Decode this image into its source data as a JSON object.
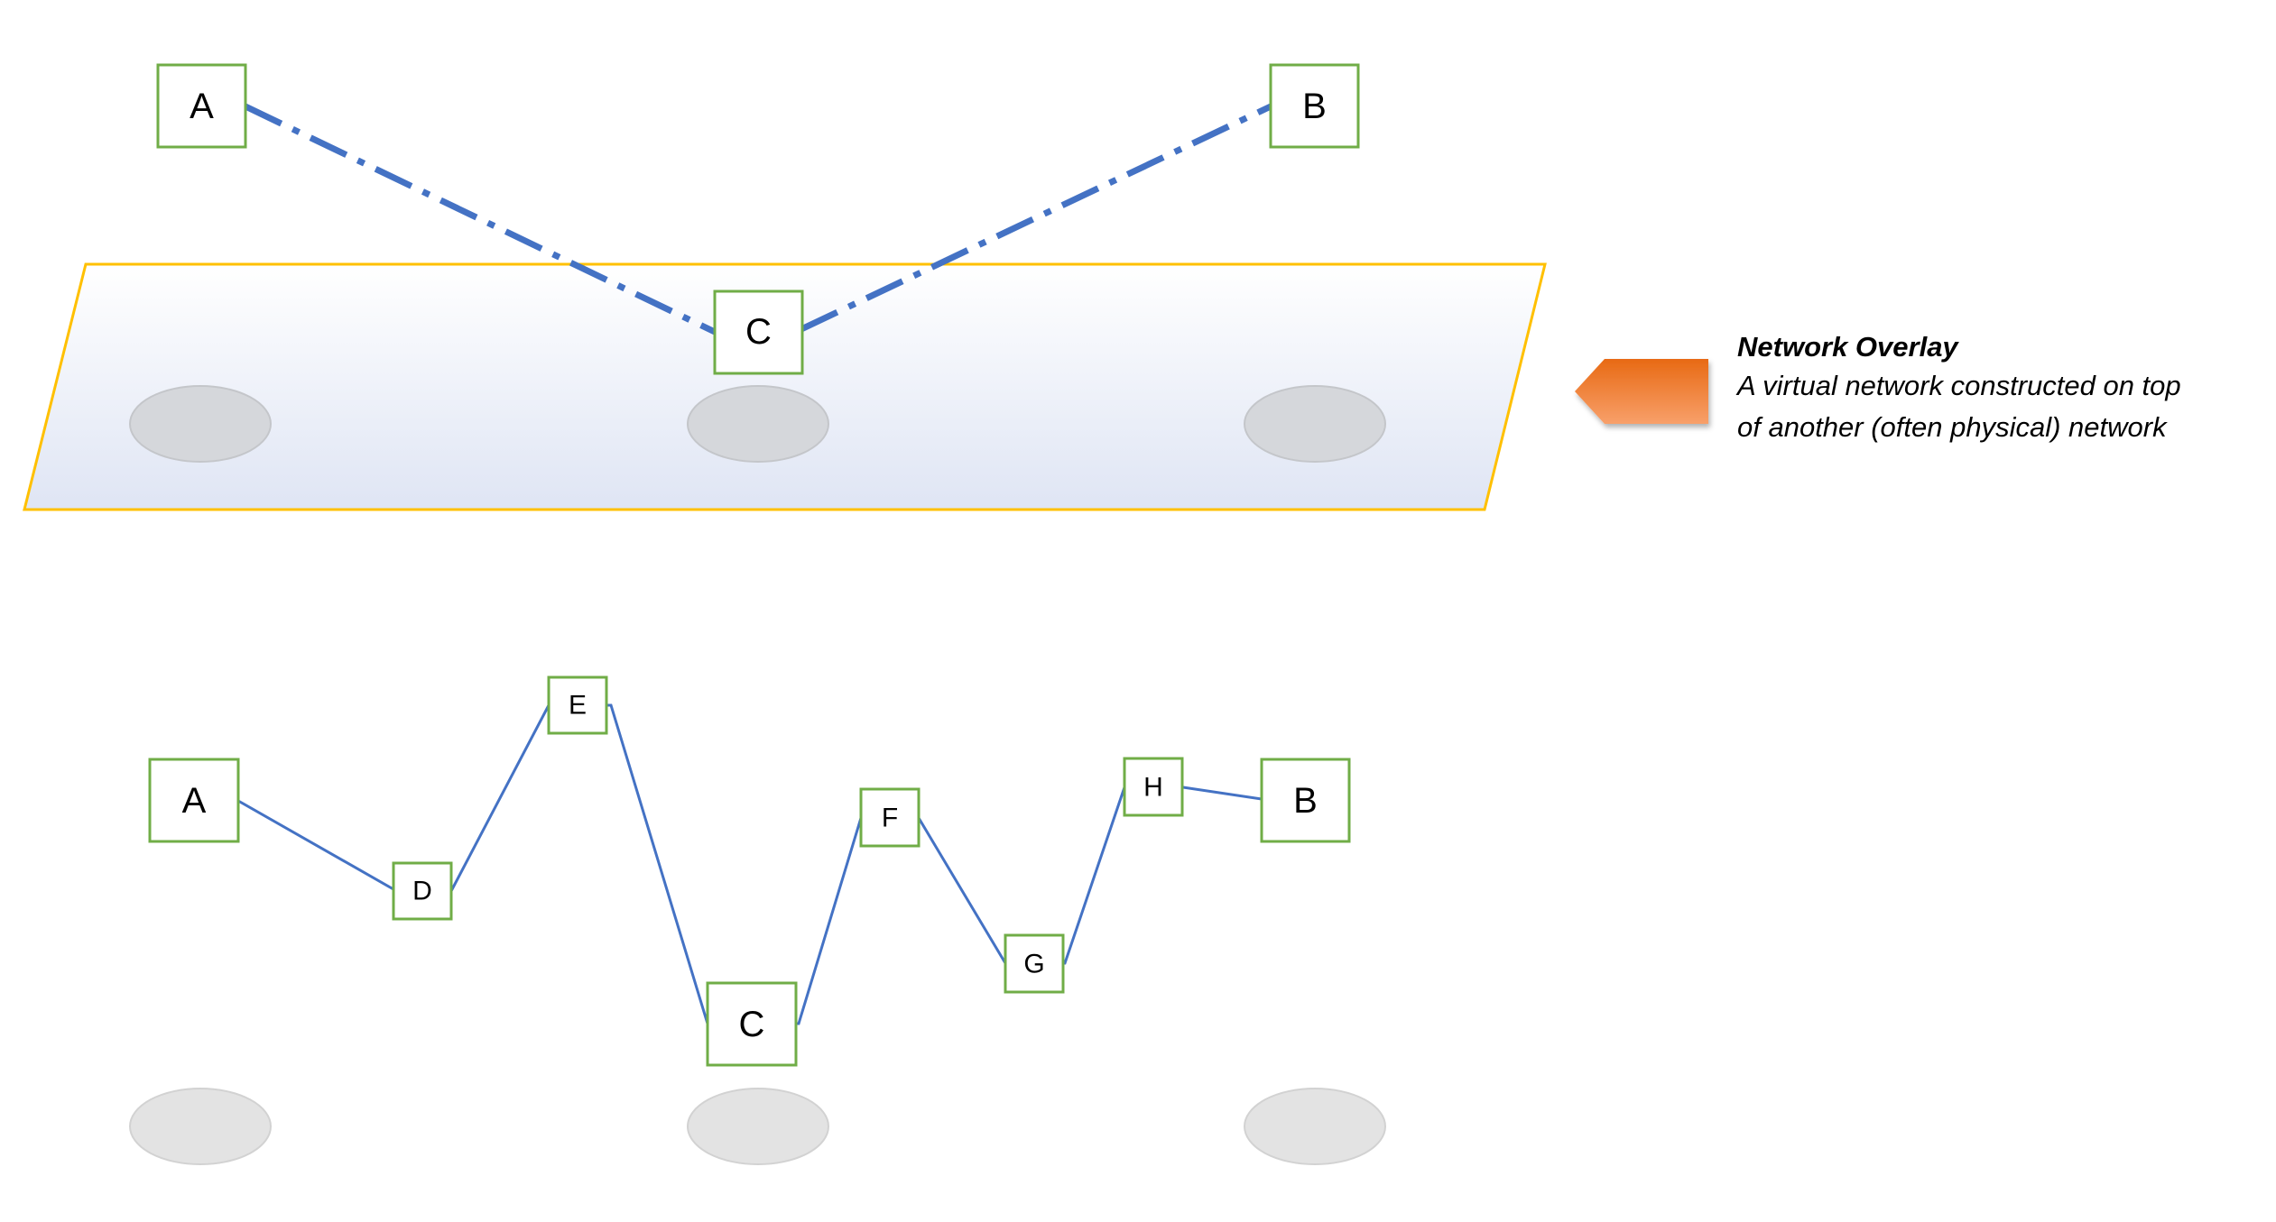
{
  "callout": {
    "title": "Network Overlay",
    "description_line1": "A virtual network constructed on top",
    "description_line2": "of another (often physical) network"
  },
  "overlay_layer": {
    "nodes": {
      "a": "A",
      "b": "B",
      "c": "C"
    }
  },
  "physical_layer": {
    "nodes": {
      "a": "A",
      "b": "B",
      "c": "C",
      "d": "D",
      "e": "E",
      "f": "F",
      "g": "G",
      "h": "H"
    }
  },
  "colors": {
    "node_border": "#70ad47",
    "link": "#4472c4",
    "plane_border": "#ffc000",
    "arrow": "#ed7d31",
    "host_ellipse": "#d9d9d9"
  }
}
